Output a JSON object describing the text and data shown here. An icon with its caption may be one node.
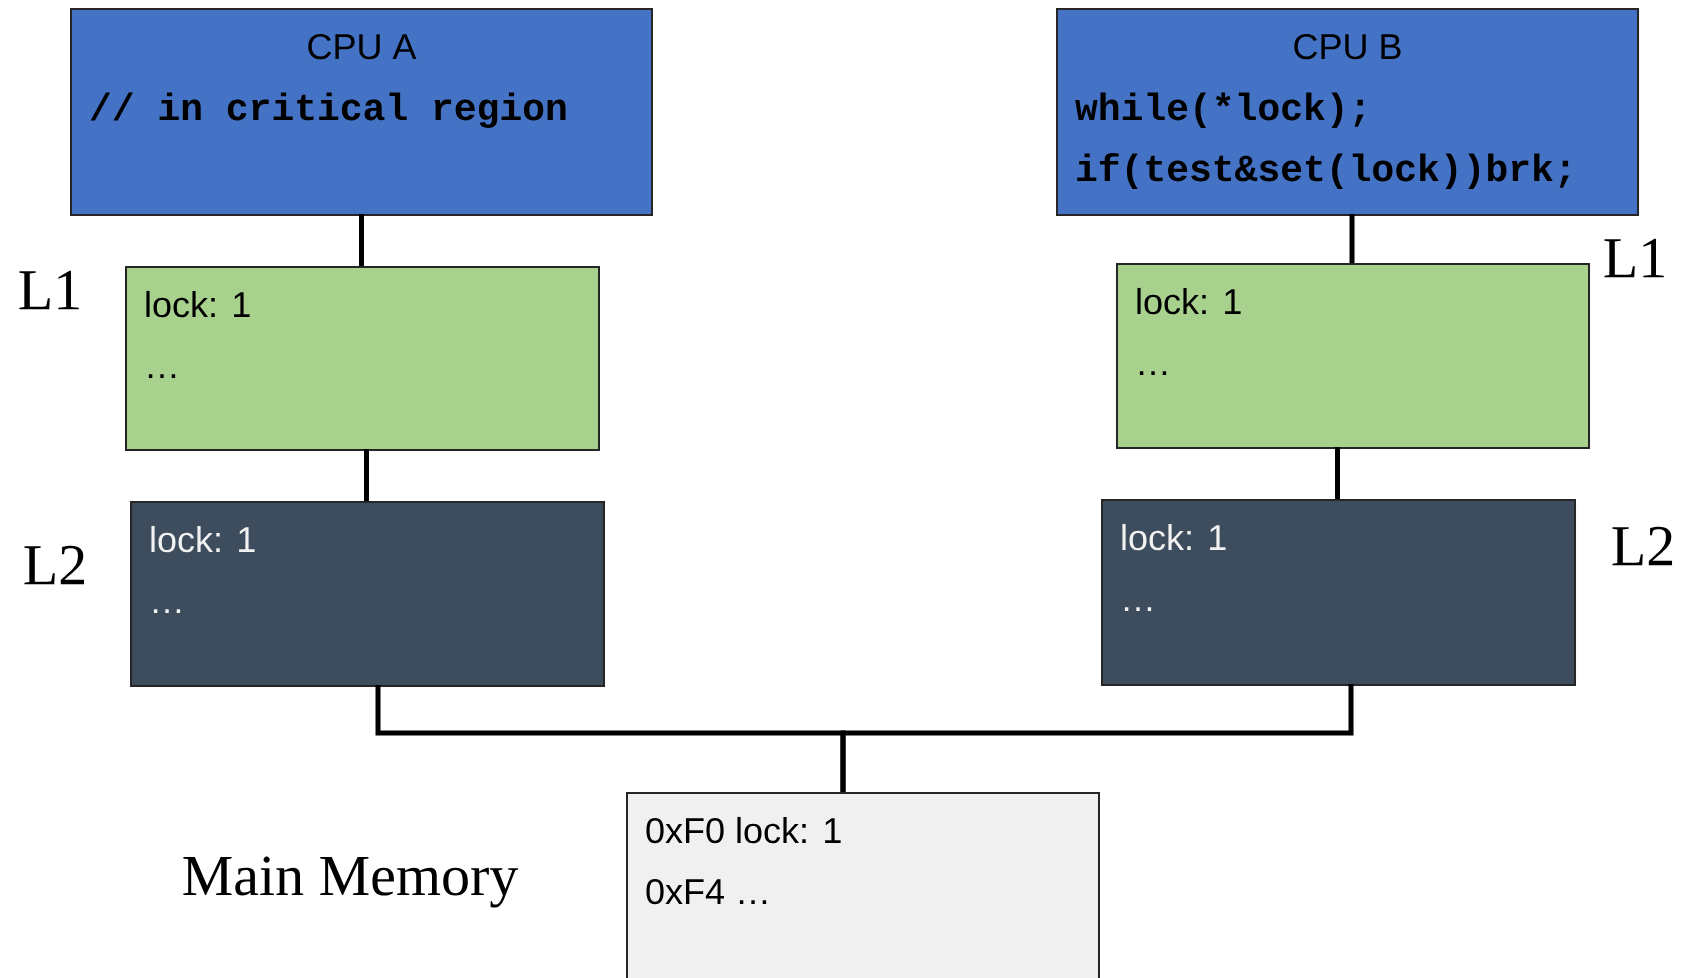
{
  "diagram": {
    "nodes": [
      {
        "text": [
          "CPU A",
          "// in critical region"
        ]
      },
      {
        "text": [
          "CPU B",
          "while(*lock);",
          "if(test&set(lock))brk;"
        ]
      },
      {
        "text": [
          "lock: 1",
          "…"
        ],
        "beside": [
          "L1"
        ]
      },
      {
        "text": [
          "lock: 1",
          "…"
        ],
        "beside": [
          "L1"
        ]
      },
      {
        "text": [
          "lock: 1",
          "…"
        ],
        "beside": [
          "L2"
        ]
      },
      {
        "text": [
          "lock: 1",
          "…"
        ],
        "beside": [
          "L2"
        ]
      },
      {
        "text": [
          "0xF0 lock: 1",
          "0xF4 …"
        ],
        "beside": [
          "Main Memory"
        ]
      }
    ],
    "edges": [
      {
        "from": 0,
        "to": 2,
        "arrow": "none"
      },
      {
        "from": 1,
        "to": 3,
        "arrow": "none"
      },
      {
        "from": 2,
        "to": 4,
        "arrow": "none"
      },
      {
        "from": 3,
        "to": 5,
        "arrow": "none"
      },
      {
        "from": 4,
        "to": 6,
        "arrow": "none"
      },
      {
        "from": 5,
        "to": 6,
        "arrow": "none"
      }
    ]
  }
}
